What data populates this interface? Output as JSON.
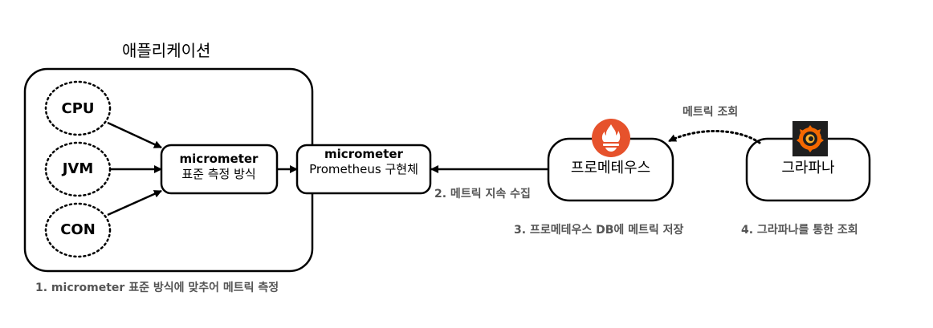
{
  "title": "애플리케이션",
  "nodes": {
    "cpu": "CPU",
    "jvm": "JVM",
    "con": "CON",
    "micrometer_standard": {
      "line1": "micrometer",
      "line2": "표준 측정 방식"
    },
    "micrometer_prometheus": {
      "line1": "micrometer",
      "line2": "Prometheus 구현체"
    },
    "prometheus": "프로메테우스",
    "grafana": "그라파나"
  },
  "labels": {
    "step1": "1. micrometer 표준 방식에 맞추어 메트릭 측정",
    "step2": "2. 메트릭 지속 수집",
    "step3": "3. 프로메테우스 DB에 메트릭 저장",
    "step4": "4. 그라파나를 통한 조회",
    "metric_query": "메트릭 조회"
  },
  "icons": {
    "prometheus": "prometheus-logo-icon",
    "grafana": "grafana-logo-icon"
  },
  "colors": {
    "prometheus": "#e6522c",
    "grafana_bg": "#1f1f1f",
    "grafana_orange": "#f46800",
    "step_text": "#555555"
  }
}
